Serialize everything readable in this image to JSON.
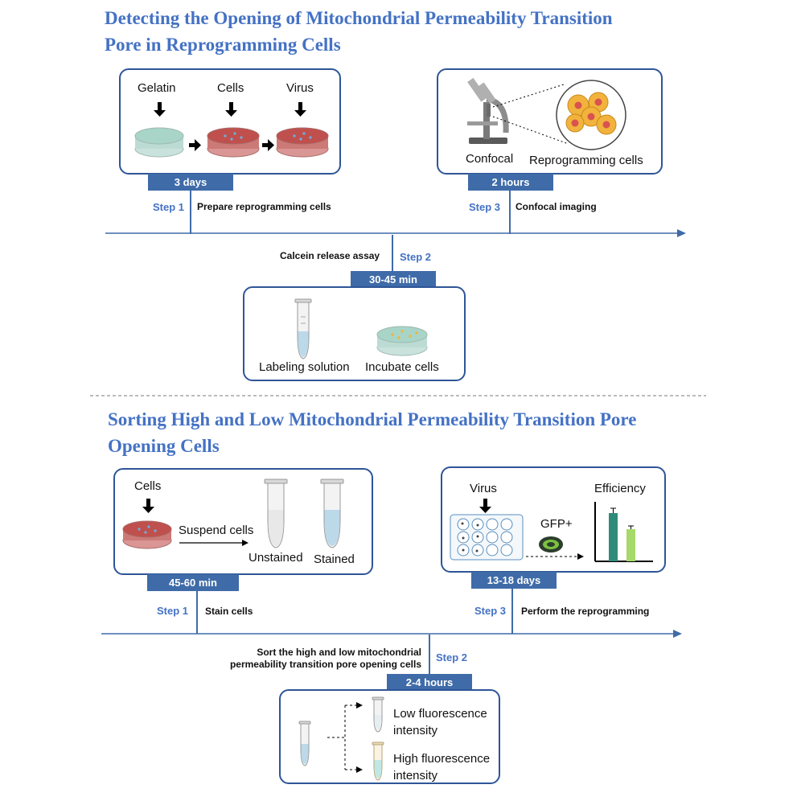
{
  "section1": {
    "title_line1": "Detecting the Opening of Mitochondrial Permeability Transition",
    "title_line2": "Pore in Reprogramming Cells",
    "step1": {
      "label": "Step 1",
      "description": "Prepare reprogramming cells",
      "duration": "3 days",
      "items": [
        "Gelatin",
        "Cells",
        "Virus"
      ]
    },
    "step2": {
      "label": "Step 2",
      "description": "Calcein release assay",
      "duration": "30-45 min",
      "items": [
        "Labeling solution",
        "Incubate cells"
      ]
    },
    "step3": {
      "label": "Step 3",
      "description": "Confocal imaging",
      "duration": "2 hours",
      "items": [
        "Confocal",
        "Reprogramming cells"
      ]
    }
  },
  "section2": {
    "title_line1": "Sorting High and Low Mitochondrial Permeability Transition Pore",
    "title_line2": "Opening Cells",
    "step1": {
      "label": "Step 1",
      "description": "Stain cells",
      "duration": "45-60 min",
      "cells_label": "Cells",
      "suspend_label": "Suspend cells",
      "unstained_label": "Unstained",
      "stained_label": "Stained"
    },
    "step2": {
      "label": "Step 2",
      "description_line1": "Sort the high and low mitochondrial",
      "description_line2": "permeability transition pore opening cells",
      "duration": "2-4 hours",
      "low_line1": "Low fluorescence",
      "low_line2": "intensity",
      "high_line1": "High fluorescence",
      "high_line2": "intensity"
    },
    "step3": {
      "label": "Step 3",
      "description": "Perform the reprogramming",
      "duration": "13-18 days",
      "virus_label": "Virus",
      "gfp_label": "GFP+",
      "efficiency_label": "Efficiency"
    }
  },
  "colors": {
    "title": "#4472c4",
    "box_border": "#2e5597",
    "tab": "#3f6ba8",
    "dish_red": "#c0504d",
    "dish_green": "#a8d5c8",
    "cell_orange": "#f2b33d",
    "bar_teal": "#2e8b7a",
    "bar_green": "#a6d96a"
  }
}
